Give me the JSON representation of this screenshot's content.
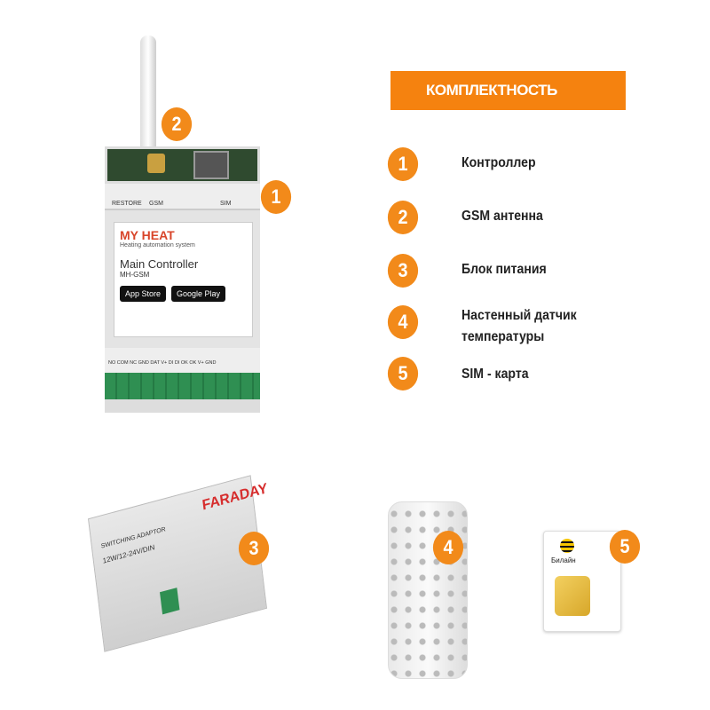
{
  "header": {
    "title": "КОМПЛЕКТНОСТЬ"
  },
  "accent_color": "#f5820f",
  "items": [
    {
      "number": "1",
      "label": "Контроллер"
    },
    {
      "number": "2",
      "label": "GSM антенна"
    },
    {
      "number": "3",
      "label": "Блок питания"
    },
    {
      "number": "4",
      "label": "Настенный датчик температуры"
    },
    {
      "number": "5",
      "label": "SIM - карта"
    }
  ],
  "controller": {
    "top_labels": [
      "RESTORE",
      "GSM",
      "SIM"
    ],
    "brand": "MY HEAT",
    "tagline": "Heating automation system",
    "model_title": "Main Controller",
    "model_code": "MH-GSM",
    "app_store": "App Store",
    "google_play": "Google Play",
    "terminal_labels": "NO COM NC GND DAT V+ DI DI OK OK V+ GND"
  },
  "power_supply": {
    "brand": "FARADAY",
    "title": "SWITCHING ADAPTOR",
    "model": "12W/12-24V/DIN"
  },
  "sim": {
    "brand": "Билайн"
  }
}
